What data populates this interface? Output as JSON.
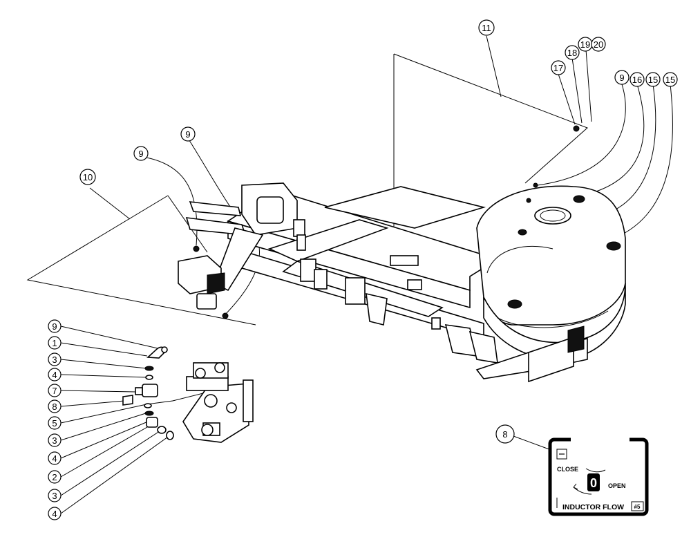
{
  "callouts": [
    {
      "id": "c11",
      "label": "11"
    },
    {
      "id": "c17",
      "label": "17"
    },
    {
      "id": "c18",
      "label": "18"
    },
    {
      "id": "c19",
      "label": "19"
    },
    {
      "id": "c20",
      "label": "20"
    },
    {
      "id": "c9a",
      "label": "9"
    },
    {
      "id": "c16",
      "label": "16"
    },
    {
      "id": "c15a",
      "label": "15"
    },
    {
      "id": "c15b",
      "label": "15"
    },
    {
      "id": "c9b",
      "label": "9"
    },
    {
      "id": "c9c",
      "label": "9"
    },
    {
      "id": "c10",
      "label": "10"
    },
    {
      "id": "l9",
      "label": "9"
    },
    {
      "id": "l1",
      "label": "1"
    },
    {
      "id": "l3a",
      "label": "3"
    },
    {
      "id": "l4a",
      "label": "4"
    },
    {
      "id": "l7",
      "label": "7"
    },
    {
      "id": "l8",
      "label": "8"
    },
    {
      "id": "l5",
      "label": "5"
    },
    {
      "id": "l3b",
      "label": "3"
    },
    {
      "id": "l4b",
      "label": "4"
    },
    {
      "id": "l2",
      "label": "2"
    },
    {
      "id": "l3c",
      "label": "3"
    },
    {
      "id": "l4c",
      "label": "4"
    },
    {
      "id": "c8",
      "label": "8"
    }
  ],
  "decal": {
    "close": "CLOSE",
    "open": "OPEN",
    "indicator": "0",
    "title": "INDUCTOR FLOW",
    "number": "#5"
  }
}
